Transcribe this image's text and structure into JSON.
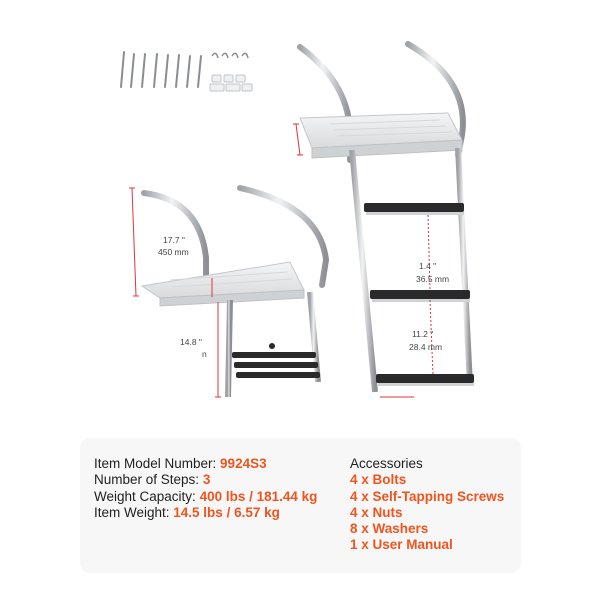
{
  "dimensions": {
    "small_height_in": "17.7 \"",
    "small_height_mm": "450 mm",
    "small_step_in": "14.8 \"",
    "small_step_mm": "n",
    "large_height_in": "1.4 \"",
    "large_height_mm": "36.5 mm",
    "large_step_in": "11.2 \"",
    "large_step_mm": "28.4 mm"
  },
  "specs": [
    {
      "label": "Item Model Number: ",
      "value": "9924S3"
    },
    {
      "label": "Number of Steps: ",
      "value": "3"
    },
    {
      "label": "Weight Capacity: ",
      "value": "400 lbs / 181.44 kg"
    },
    {
      "label": "Item Weight: ",
      "value": "14.5 lbs / 6.57 kg"
    }
  ],
  "accessories": {
    "title": "Accessories",
    "items": [
      "4 x Bolts",
      "4 x Self-Tapping Screws",
      "4 x Nuts",
      "8 x Washers",
      "1 x User Manual"
    ]
  },
  "colors": {
    "accent": "#f0551f",
    "dimension_line": "#e0333a",
    "steel": "#c9ccd0",
    "tread": "#222222",
    "platform": "#e9eaeb"
  }
}
